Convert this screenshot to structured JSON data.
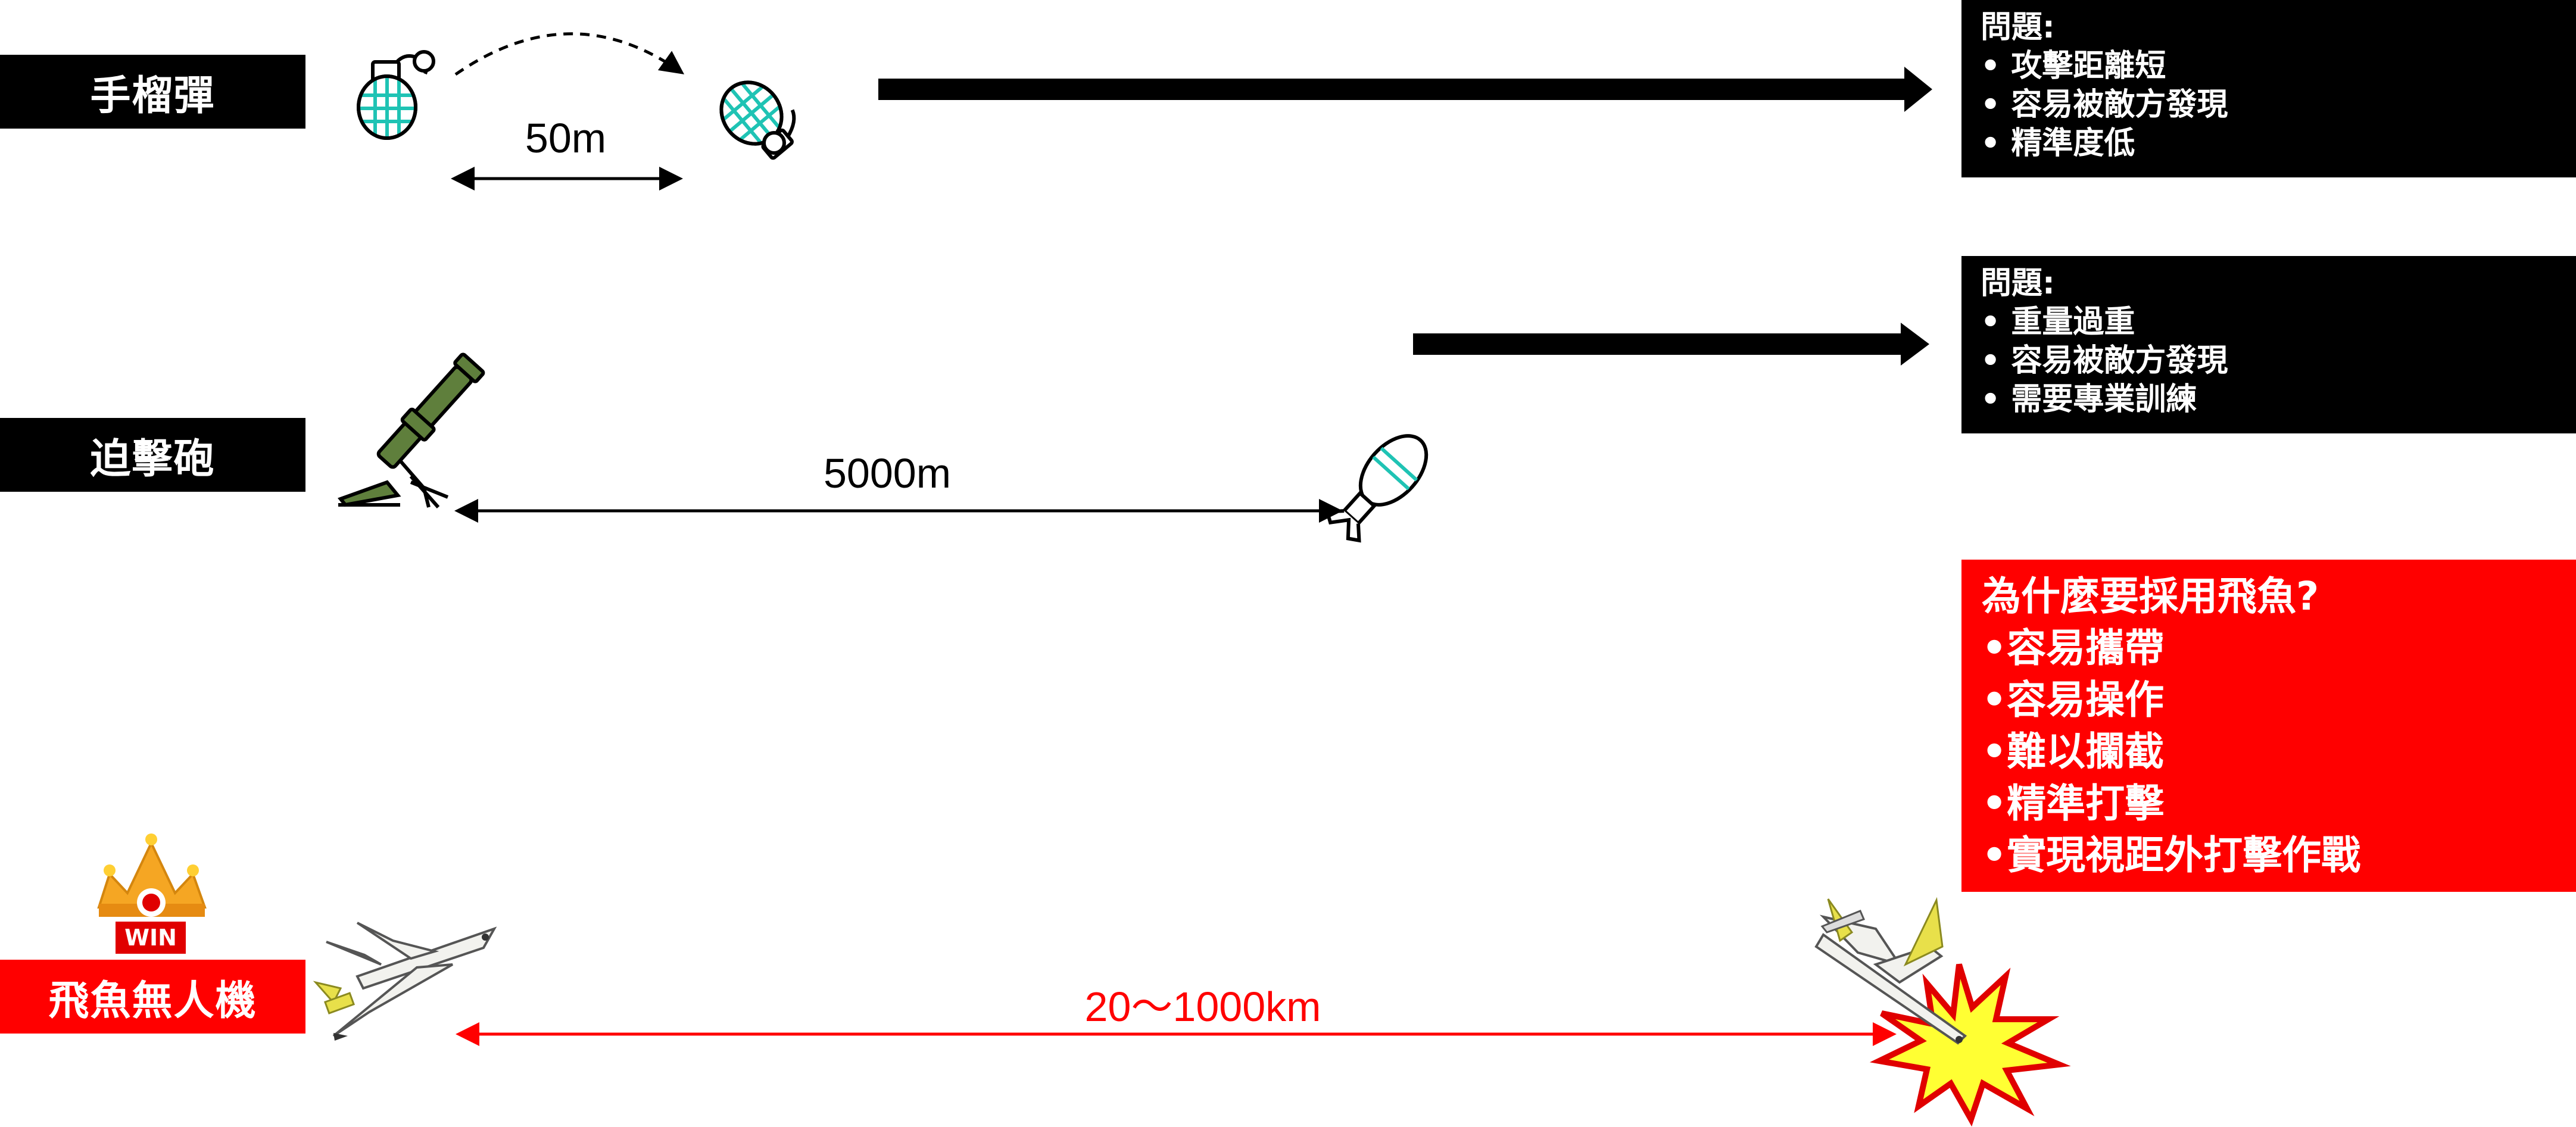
{
  "rows": [
    {
      "label": "手榴彈",
      "distance": "50m"
    },
    {
      "label": "迫擊砲",
      "distance": "5000m"
    },
    {
      "label": "飛魚無人機",
      "distance": "20～1000km"
    }
  ],
  "panels": {
    "grenade": {
      "title": "問題:",
      "items": [
        "• 攻擊距離短",
        "• 容易被敵方發現",
        "• 精準度低"
      ]
    },
    "mortar": {
      "title": "問題:",
      "items": [
        "• 重量過重",
        "• 容易被敵方發現",
        "• 需要專業訓練"
      ]
    },
    "drone": {
      "title": "為什麼要採用飛魚?",
      "items": [
        "•容易攜帶",
        "•容易操作",
        "•難以攔截",
        "•精準打擊",
        "•實現視距外打擊作戰"
      ]
    }
  },
  "badge": {
    "text": "WIN"
  },
  "colors": {
    "black": "#000000",
    "red": "#ff0000",
    "accent": "#1fc3b4",
    "mortar_green": "#5f7f3c",
    "drone_yellow": "#e8e04a"
  }
}
